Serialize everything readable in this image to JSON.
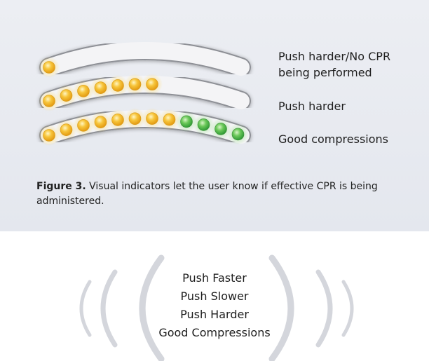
{
  "figure": {
    "indicator_rows": [
      {
        "label": "Push harder/No CPR being performed",
        "lit_yellow": 1,
        "lit_green": 0
      },
      {
        "label": "Push harder",
        "lit_yellow": 7,
        "lit_green": 0
      },
      {
        "label": "Good compressions",
        "lit_yellow": 8,
        "lit_green": 4
      }
    ],
    "caption": {
      "label": "Figure 3.",
      "text": " Visual indicators let the user know if effective CPR is being administered."
    },
    "colors": {
      "yellow_led": "#f5b81c",
      "green_led": "#4fb84a",
      "track": "#f4f4f6"
    }
  },
  "prompts": {
    "items": [
      "Push Faster",
      "Push Slower",
      "Push Harder",
      "Good Compressions"
    ]
  }
}
